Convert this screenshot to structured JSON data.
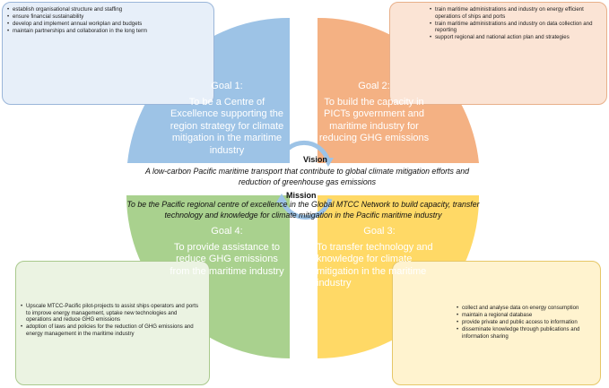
{
  "colors": {
    "goal1": "#9dc3e6",
    "goal2": "#f4b183",
    "goal3": "#ffd966",
    "goal4": "#a9d18e",
    "arrow": "#9dc3e6"
  },
  "goals": [
    {
      "title": "Goal 1:",
      "text": "To be a Centre of Excellence supporting the region strategy for climate mitigation in the maritime industry",
      "actions": [
        "establish organisational structure and staffing",
        "ensure financial sustainability",
        "develop and implement annual workplan and budgets",
        "maintain partnerships and collaboration in the long term"
      ]
    },
    {
      "title": "Goal 2:",
      "text": "To build the capacity in PICTs government and maritime industry for reducing GHG emissions",
      "actions": [
        "train maritime administrations and industry on energy efficient operations of ships and ports",
        "train maritime administrations and industry on data collection and reporting",
        "support regional and national action plan and strategies"
      ]
    },
    {
      "title": "Goal 3:",
      "text": "To transfer technology and knowledge for climate mitigation in the maritime industry",
      "actions": [
        "collect and analyse data on energy consumption",
        "maintain a regional database",
        "provide private and public access to information",
        "disseminate knowledge through publications and information sharing"
      ]
    },
    {
      "title": "Goal 4:",
      "text": "To provide assistance to reduce GHG emissions from the maritime industry",
      "actions": [
        "Upscale MTCC-Pacific pilot-projects to assist ships operators and ports to improve energy management, uptake new technologies and operations and reduce GHG emissions",
        "adoption of laws and policies for the reduction of GHG emissions and energy management in the maritime industry"
      ]
    }
  ],
  "vision": {
    "label": "Vision",
    "text": "A low-carbon Pacific maritime transport that contribute to global climate mitigation efforts and reduction of greenhouse gas emissions"
  },
  "mission": {
    "label": "Mission",
    "text": "To be the Pacific regional centre of excellence in the Global MTCC Network to build capacity, transfer technology and knowledge for climate mitigation in the Pacific maritime industry"
  }
}
